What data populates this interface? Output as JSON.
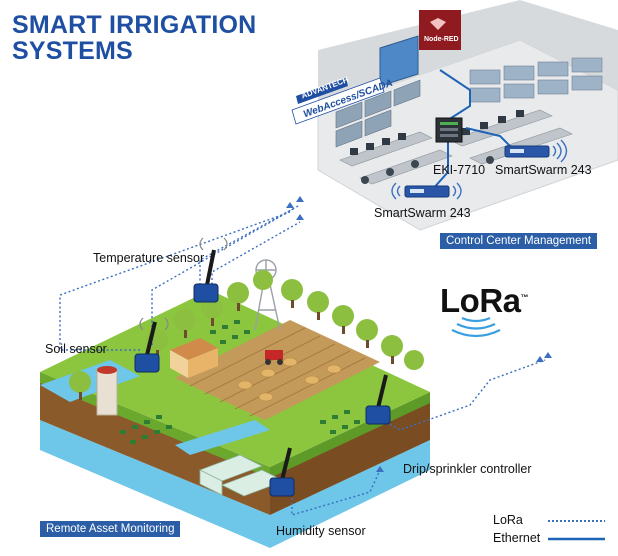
{
  "title": {
    "line1": "SMART IRRIGATION",
    "line2": "SYSTEMS"
  },
  "control_center": {
    "brand_badge": "ADVANTECH",
    "software_badge": "WebAccess/SCADA",
    "nodered_badge": "Node-RED",
    "gateway_label": "EKI-7710",
    "smartswarm_right_label": "SmartSwarm 243",
    "smartswarm_left_label": "SmartSwarm 243",
    "section_tag": "Control Center Management"
  },
  "lora_logo": {
    "text": "LoRa",
    "trademark": "™"
  },
  "field": {
    "temperature_sensor": "Temperature sensor",
    "soil_sensor": "Soil sensor",
    "drip_controller": "Drip/sprinkler controller",
    "humidity_sensor": "Humidity sensor",
    "section_tag": "Remote Asset Monitoring"
  },
  "legend": {
    "lora": "LoRa",
    "ethernet": "Ethernet"
  },
  "colors": {
    "title": "#1f4fa3",
    "tag_bg": "#2b5ea7",
    "lora_line": "#3a6fc1",
    "ethernet_line": "#1e63b5",
    "grass": "#8cc63f",
    "soil": "#8b5a2b",
    "water": "#6ec6e8",
    "field_dirt": "#c49a5b"
  }
}
